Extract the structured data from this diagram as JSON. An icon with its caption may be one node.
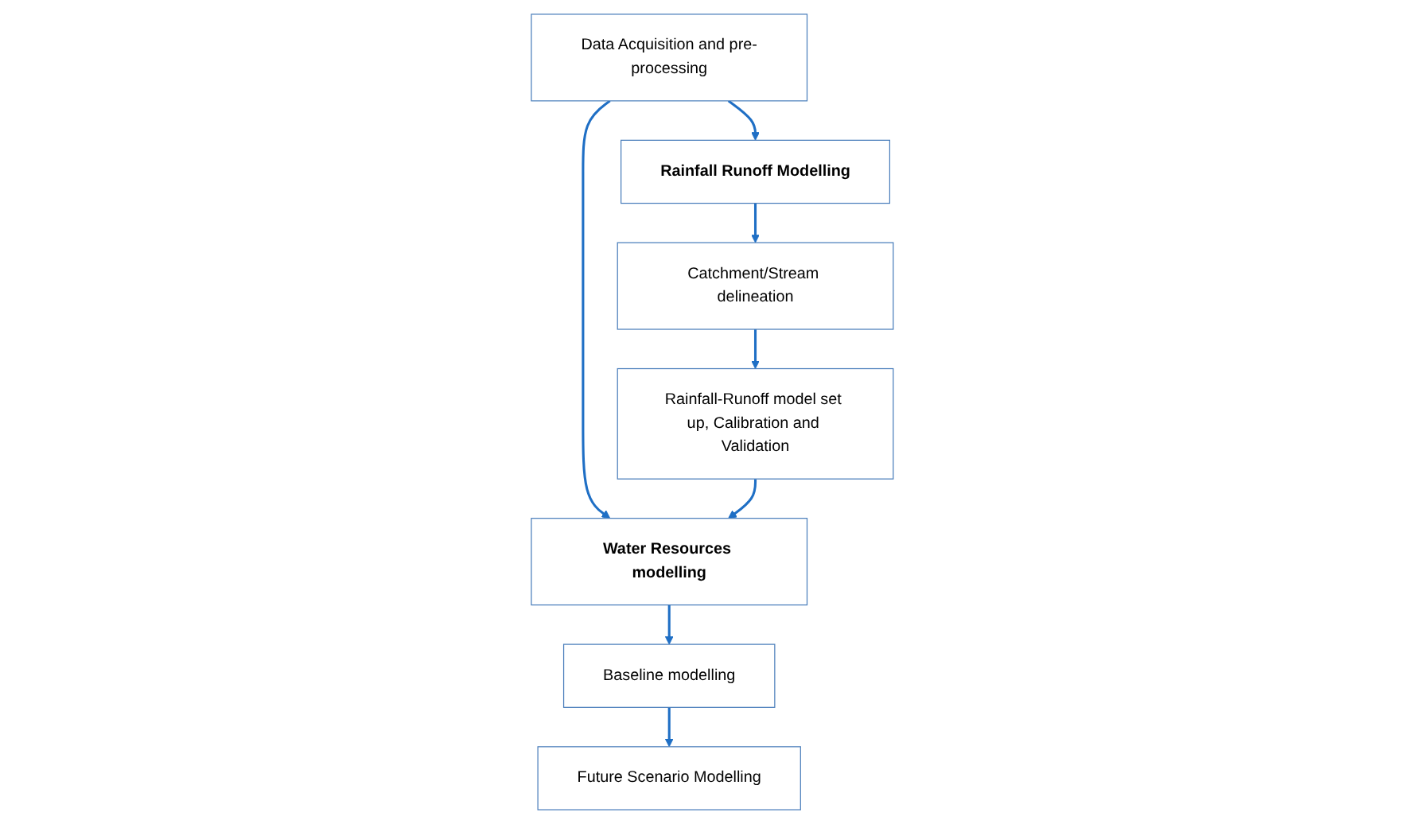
{
  "diagram": {
    "nodes": [
      {
        "text": [
          "Data Acquisition and pre-processing"
        ]
      },
      {
        "text": [
          "Rainfall Runoff Modelling"
        ]
      },
      {
        "text": [
          "Water Resources modelling"
        ]
      },
      {
        "text": [
          "Catchment/Stream delineation"
        ]
      },
      {
        "text": [
          "Rainfall-Runoff model set up, Calibration and Validation"
        ]
      },
      {
        "text": [
          "Baseline modelling"
        ]
      },
      {
        "text": [
          "Future Scenario Modelling"
        ]
      }
    ],
    "edges": [
      {
        "from": 0,
        "to": 1,
        "arrow": "to"
      },
      {
        "from": 0,
        "to": 2,
        "arrow": "to"
      },
      {
        "from": 1,
        "to": 3,
        "arrow": "to"
      },
      {
        "from": 3,
        "to": 4,
        "arrow": "to"
      },
      {
        "from": 4,
        "to": 2,
        "arrow": "to"
      },
      {
        "from": 2,
        "to": 5,
        "arrow": "to"
      },
      {
        "from": 5,
        "to": 6,
        "arrow": "to"
      }
    ]
  }
}
